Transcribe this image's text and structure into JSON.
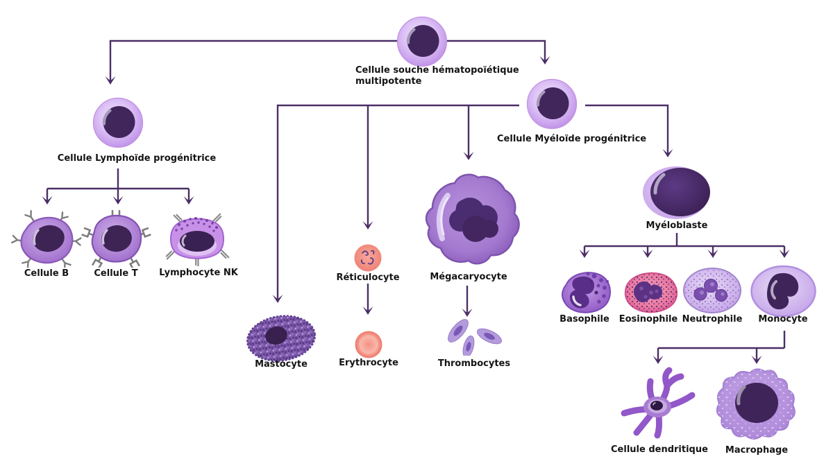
{
  "diagram": {
    "background_color": "#ffffff",
    "arrow_color": "#4b2e66",
    "label_color": "#141414",
    "cell_palette": {
      "progenitor_body": "#ddc2f6",
      "nucleus_dark": "#41265c",
      "lymphocyte_body": "#9a68c8",
      "erythrocyte_red": "#ef7b6e",
      "eosinophil_pink": "#e9749f",
      "receptor_gray": "#7d7d7d"
    },
    "nodes": {
      "stem": {
        "label_line1": "Cellule souche hématopoïétique",
        "label_line2": "multipotente"
      },
      "lymphoid": {
        "label": "Cellule Lymphoïde progénitrice"
      },
      "myeloid": {
        "label": "Cellule Myéloïde progénitrice"
      },
      "b_cell": {
        "label": "Cellule B"
      },
      "t_cell": {
        "label": "Cellule T"
      },
      "nk_cell": {
        "label": "Lymphocyte NK"
      },
      "mastocyte": {
        "label": "Mastocyte"
      },
      "reticulocyte": {
        "label": "Réticulocyte"
      },
      "erythrocyte": {
        "label": "Erythrocyte"
      },
      "megacaryocyte": {
        "label": "Mégacaryocyte"
      },
      "thrombocytes": {
        "label": "Thrombocytes"
      },
      "myeloblaste": {
        "label": "Myéloblaste"
      },
      "basophile": {
        "label": "Basophile"
      },
      "eosinophile": {
        "label": "Eosinophile"
      },
      "neutrophile": {
        "label": "Neutrophile"
      },
      "monocyte": {
        "label": "Monocyte"
      },
      "dendritique": {
        "label": "Cellule dendritique"
      },
      "macrophage": {
        "label": "Macrophage"
      }
    },
    "edges": [
      [
        "stem",
        "lymphoid"
      ],
      [
        "stem",
        "myeloid"
      ],
      [
        "lymphoid",
        "b_cell"
      ],
      [
        "lymphoid",
        "t_cell"
      ],
      [
        "lymphoid",
        "nk_cell"
      ],
      [
        "myeloid",
        "mastocyte"
      ],
      [
        "myeloid",
        "reticulocyte"
      ],
      [
        "myeloid",
        "megacaryocyte"
      ],
      [
        "myeloid",
        "myeloblaste"
      ],
      [
        "reticulocyte",
        "erythrocyte"
      ],
      [
        "megacaryocyte",
        "thrombocytes"
      ],
      [
        "myeloblaste",
        "basophile"
      ],
      [
        "myeloblaste",
        "eosinophile"
      ],
      [
        "myeloblaste",
        "neutrophile"
      ],
      [
        "myeloblaste",
        "monocyte"
      ],
      [
        "monocyte",
        "dendritique"
      ],
      [
        "monocyte",
        "macrophage"
      ]
    ]
  }
}
